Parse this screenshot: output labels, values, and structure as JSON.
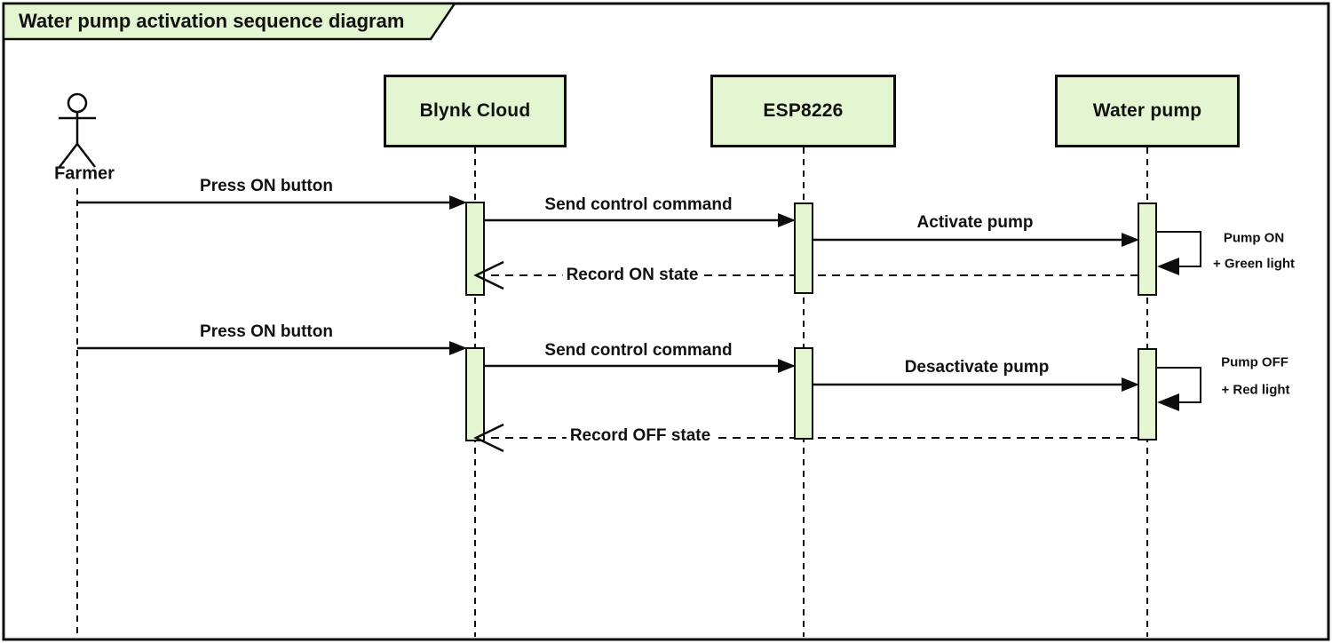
{
  "title": "Water pump activation sequence diagram",
  "actor": {
    "name": "Farmer"
  },
  "participants": [
    {
      "name": "Blynk Cloud"
    },
    {
      "name": "ESP8226"
    },
    {
      "name": "Water pump"
    }
  ],
  "sequence1": {
    "press": "Press ON button",
    "send": "Send control command",
    "activate": "Activate pump",
    "self_line1": "Pump ON",
    "self_line2": "+ Green light",
    "record": "Record ON state"
  },
  "sequence2": {
    "press": "Press ON button",
    "send": "Send control command",
    "activate": "Desactivate pump",
    "self_line1": "Pump OFF",
    "self_line2": "+ Red light",
    "record": "Record OFF state"
  },
  "colors": {
    "lifeline_fill": "#e3f6d1",
    "stroke": "#0d0d0d"
  }
}
